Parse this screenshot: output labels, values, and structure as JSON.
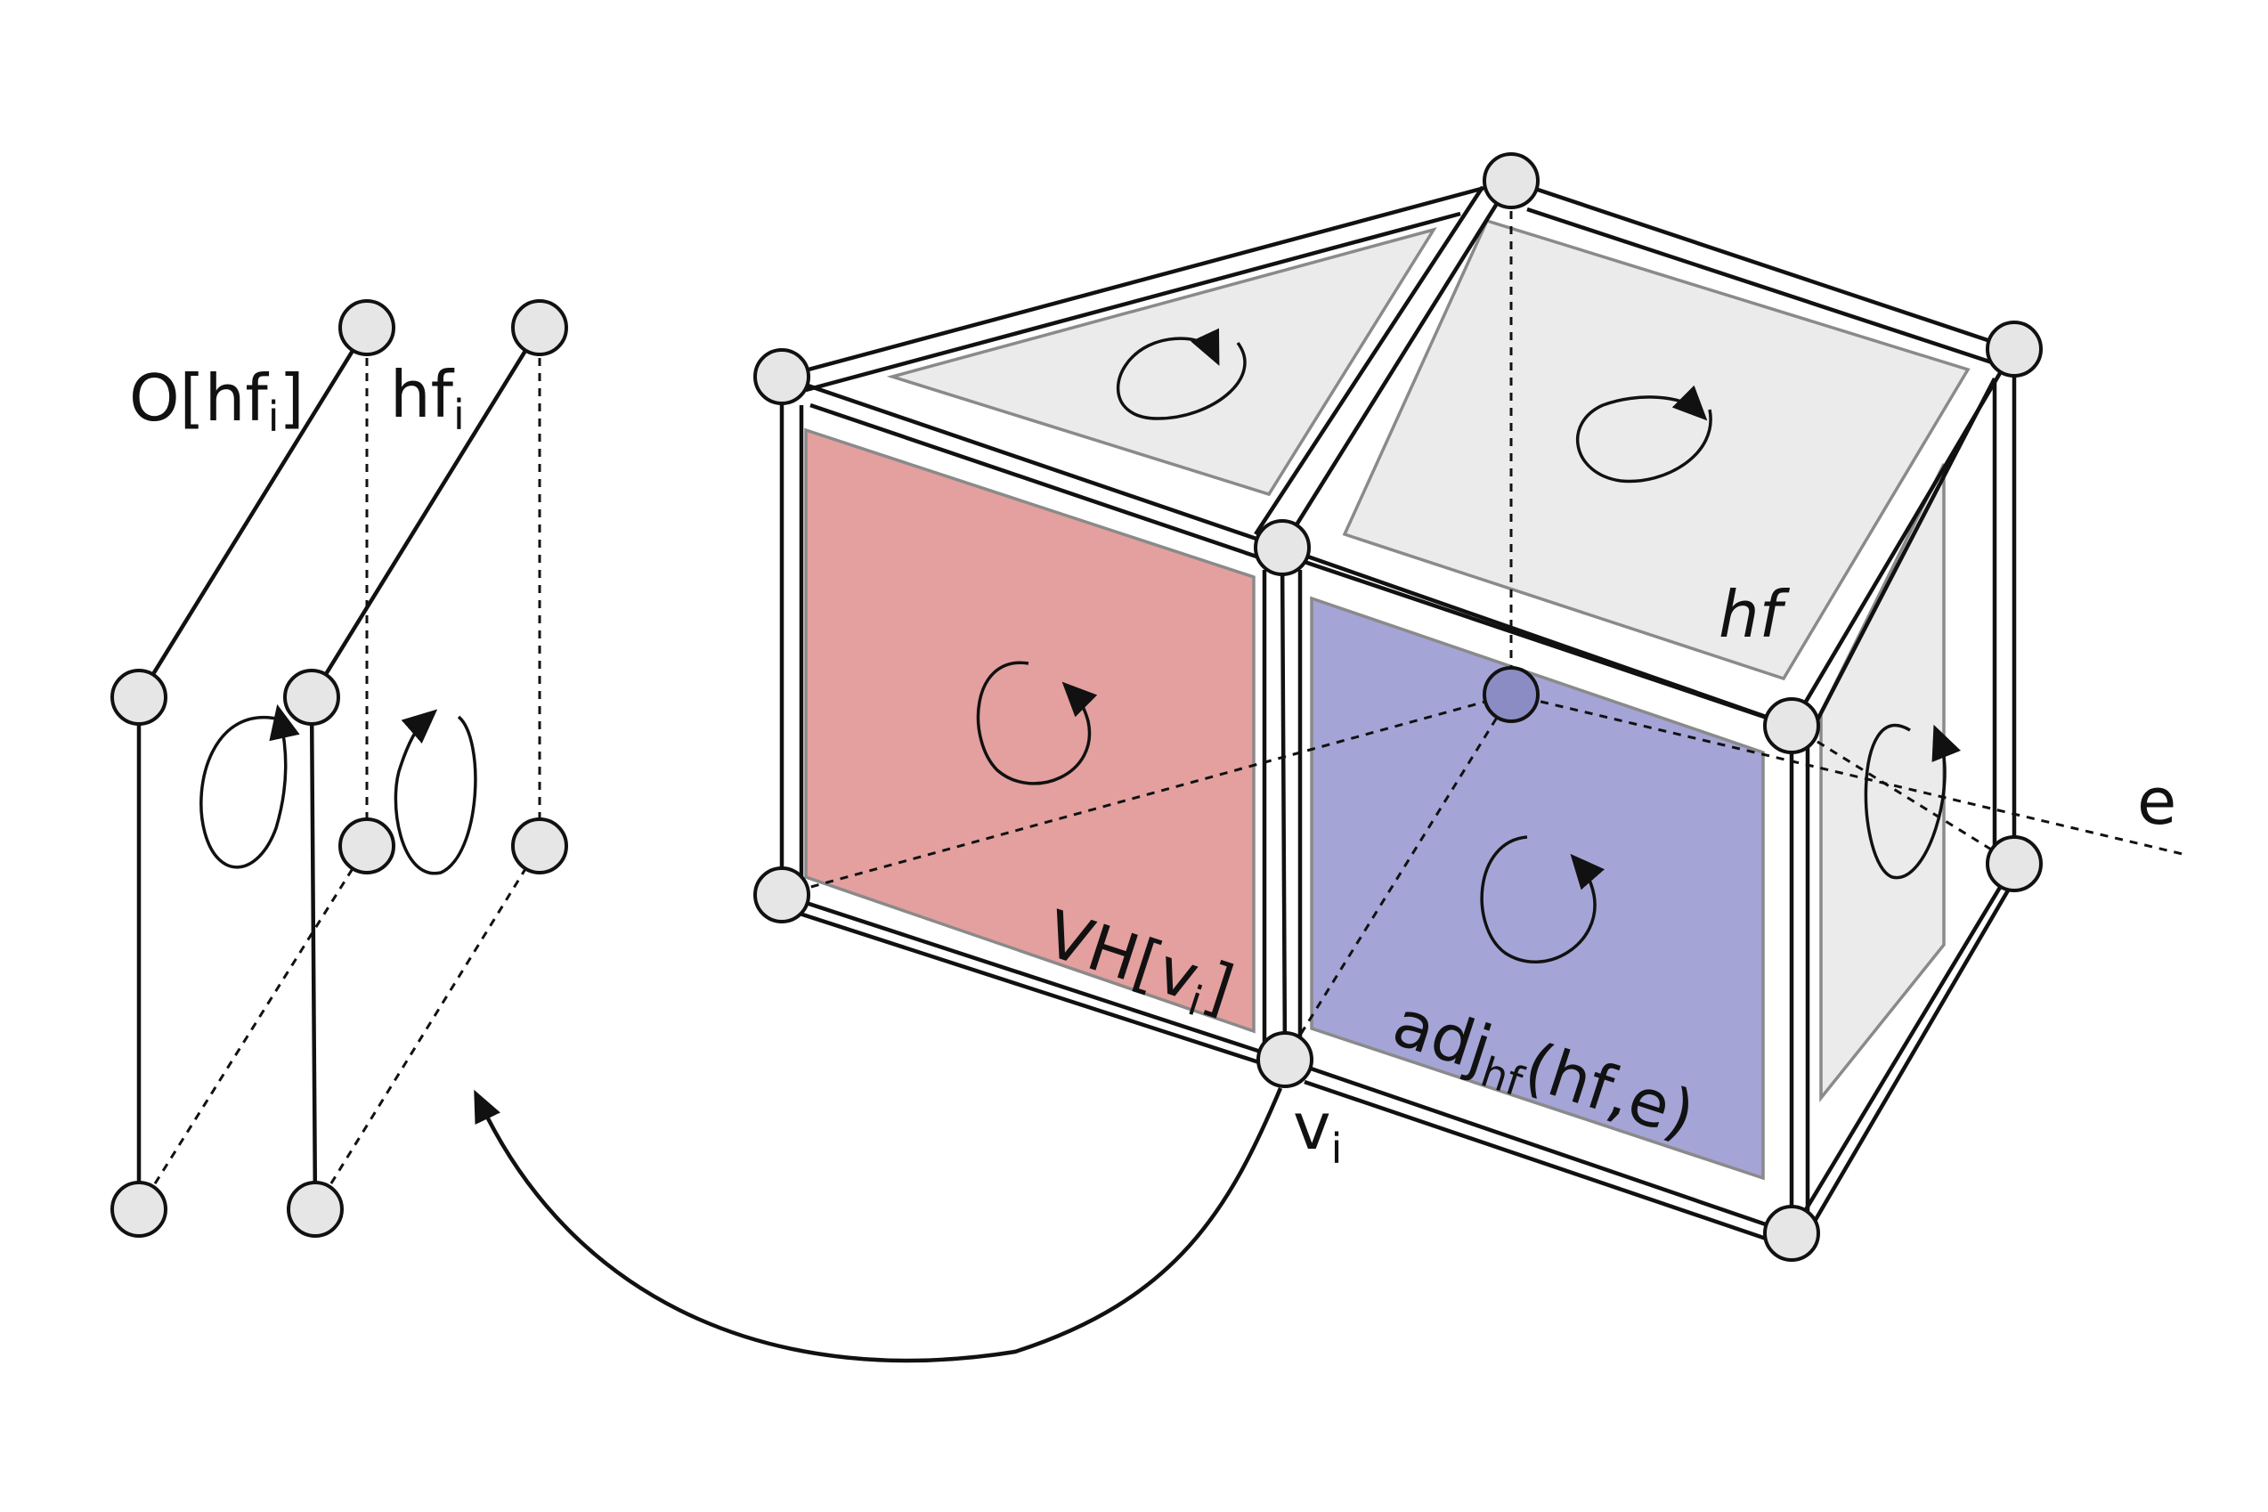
{
  "labels": {
    "opposite_halfface": {
      "base": "O[hf",
      "sub": "i",
      "close": "]"
    },
    "halfface_i": {
      "base": "hf",
      "sub": "i"
    },
    "halfface": "hf",
    "vertex_halfface_map": {
      "base": "VH[v",
      "sub": "i",
      "close": "]"
    },
    "adjacency": {
      "base": "adj",
      "sub": "hf",
      "args": "(hf,e)"
    },
    "vertex": {
      "base": "v",
      "sub": "i"
    },
    "edge": "e"
  },
  "colors": {
    "face_red": "#e3a09e",
    "face_blue": "#a4a4d6",
    "face_grey": "#ebebeb",
    "vertex_fill": "#e6e6e6",
    "stroke": "#111111"
  }
}
